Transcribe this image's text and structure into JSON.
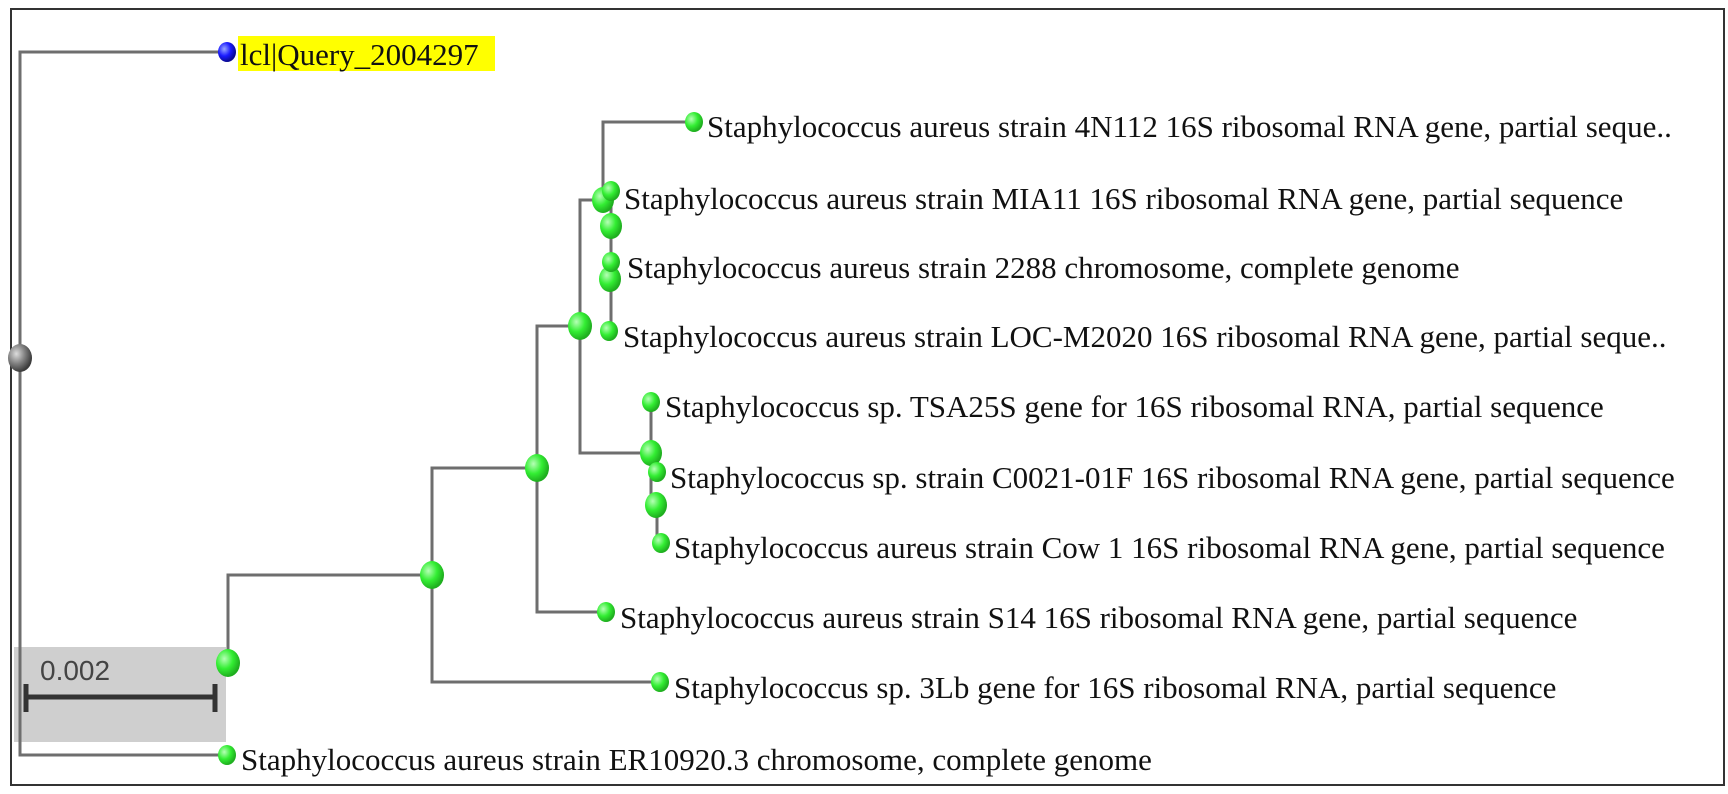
{
  "tree": {
    "query_label": "lcl|Query_2004297",
    "leaves": [
      "Staphylococcus aureus strain 4N112 16S ribosomal RNA gene, partial seque..",
      "Staphylococcus aureus strain MIA11 16S ribosomal RNA gene, partial sequence",
      "Staphylococcus aureus strain 2288 chromosome, complete genome",
      "Staphylococcus aureus strain LOC-M2020 16S ribosomal RNA gene, partial seque..",
      "Staphylococcus sp. TSA25S gene for 16S ribosomal RNA, partial sequence",
      "Staphylococcus sp. strain C0021-01F 16S ribosomal RNA gene, partial sequence",
      "Staphylococcus aureus strain Cow 1 16S ribosomal RNA gene, partial sequence",
      "Staphylococcus aureus strain S14 16S ribosomal RNA gene, partial sequence",
      "Staphylococcus sp. 3Lb gene for 16S ribosomal RNA, partial sequence",
      "Staphylococcus aureus strain ER10920.3 chromosome, complete genome"
    ],
    "scale_label": "0.002"
  },
  "colors": {
    "query_node": "#1a1aff",
    "leaf_node": "#33ee33",
    "root_node": "#808080",
    "branch": "#6e6e6e",
    "query_highlight": "#ffff00",
    "scale_background": "#cfcfcf"
  }
}
